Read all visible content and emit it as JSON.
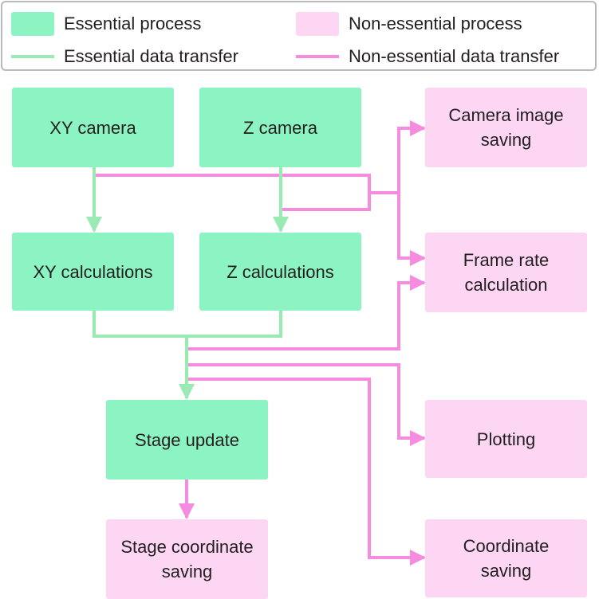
{
  "colors": {
    "essential_fill": "#8cf4c2",
    "nonessential_fill": "#fcd6f3",
    "essential_line": "#9aeab4",
    "nonessential_line": "#f58ce0"
  },
  "legend": {
    "essential_process": "Essential process",
    "nonessential_process": "Non-essential process",
    "essential_transfer": "Essential data transfer",
    "nonessential_transfer": "Non-essential data transfer"
  },
  "boxes": {
    "xy_camera": "XY camera",
    "z_camera": "Z camera",
    "xy_calculations": "XY calculations",
    "z_calculations": "Z calculations",
    "stage_update": "Stage update",
    "stage_coordinate_saving": "Stage coordinate\nsaving",
    "camera_image_saving": "Camera image\nsaving",
    "frame_rate_calculation": "Frame rate\ncalculation",
    "plotting": "Plotting",
    "coordinate_saving": "Coordinate\nsaving"
  },
  "connections": [
    {
      "from": "XY camera",
      "to": "XY calculations",
      "type": "essential"
    },
    {
      "from": "Z camera",
      "to": "Z calculations",
      "type": "essential"
    },
    {
      "from": "XY calculations",
      "to": "Stage update",
      "type": "essential"
    },
    {
      "from": "Z calculations",
      "to": "Stage update",
      "type": "essential"
    },
    {
      "from": "XY camera",
      "to": "Camera image saving",
      "type": "non-essential"
    },
    {
      "from": "Z camera",
      "to": "Camera image saving",
      "type": "non-essential"
    },
    {
      "from": "XY camera",
      "to": "Frame rate calculation",
      "type": "non-essential"
    },
    {
      "from": "Z camera",
      "to": "Frame rate calculation",
      "type": "non-essential"
    },
    {
      "from": "XY calculations",
      "to": "Frame rate calculation",
      "type": "non-essential"
    },
    {
      "from": "Z calculations",
      "to": "Frame rate calculation",
      "type": "non-essential"
    },
    {
      "from": "XY calculations",
      "to": "Plotting",
      "type": "non-essential"
    },
    {
      "from": "Z calculations",
      "to": "Plotting",
      "type": "non-essential"
    },
    {
      "from": "XY calculations",
      "to": "Coordinate saving",
      "type": "non-essential"
    },
    {
      "from": "Z calculations",
      "to": "Coordinate saving",
      "type": "non-essential"
    },
    {
      "from": "Stage update",
      "to": "Stage coordinate saving",
      "type": "non-essential"
    }
  ]
}
